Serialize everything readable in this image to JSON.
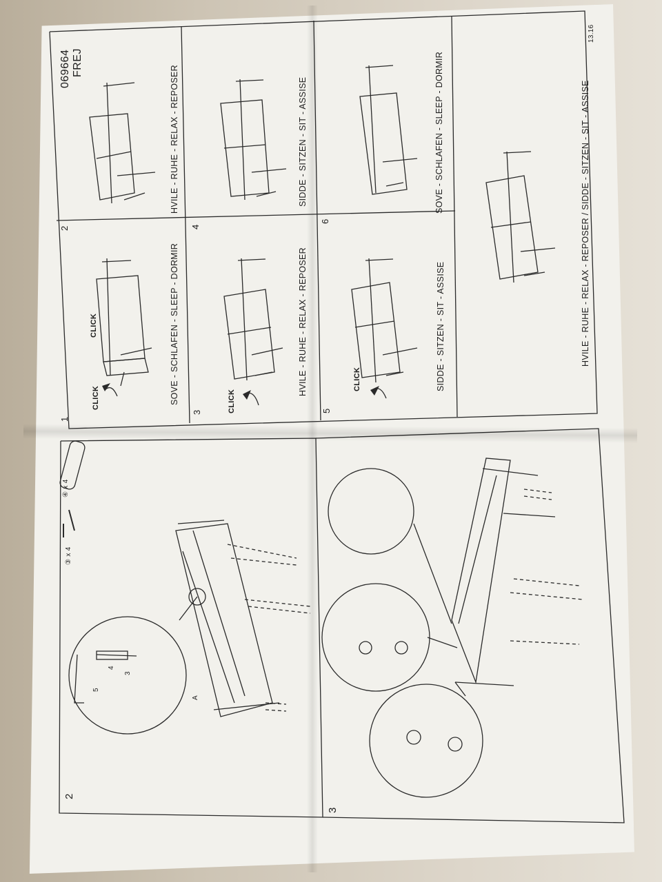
{
  "product": {
    "code": "069664",
    "name": "FREJ",
    "page_id": "13.16"
  },
  "assembly": {
    "step2": {
      "number": "2",
      "hardware_3": "③ x 4",
      "hardware_4": "④ x 4",
      "callout_5": "5",
      "callout_4": "4",
      "callout_3": "3",
      "part_label": "A"
    },
    "step3": {
      "number": "3"
    }
  },
  "usage_panels": [
    {
      "number": "1",
      "caption": "SOVE - SCHLAFEN - SLEEP - DORMIR",
      "click_labels": [
        "CLICK",
        "CLICK"
      ]
    },
    {
      "number": "2",
      "caption": "HVILE - RUHE - RELAX - REPOSER"
    },
    {
      "number": "3",
      "caption": "HVILE - RUHE - RELAX - REPOSER",
      "click_labels": [
        "CLICK"
      ]
    },
    {
      "number": "4",
      "caption": "SIDDE - SITZEN - SIT - ASSISE"
    },
    {
      "number": "5",
      "caption": "SIDDE - SITZEN - SIT - ASSISE",
      "click_labels": [
        "CLICK"
      ]
    },
    {
      "number": "6",
      "caption": "SOVE - SCHLAFEN - SLEEP - DORMIR"
    }
  ],
  "footer_caption": "HVILE - RUHE - RELAX - REPOSER / SIDDE - SITZEN - SIT - ASSISE"
}
